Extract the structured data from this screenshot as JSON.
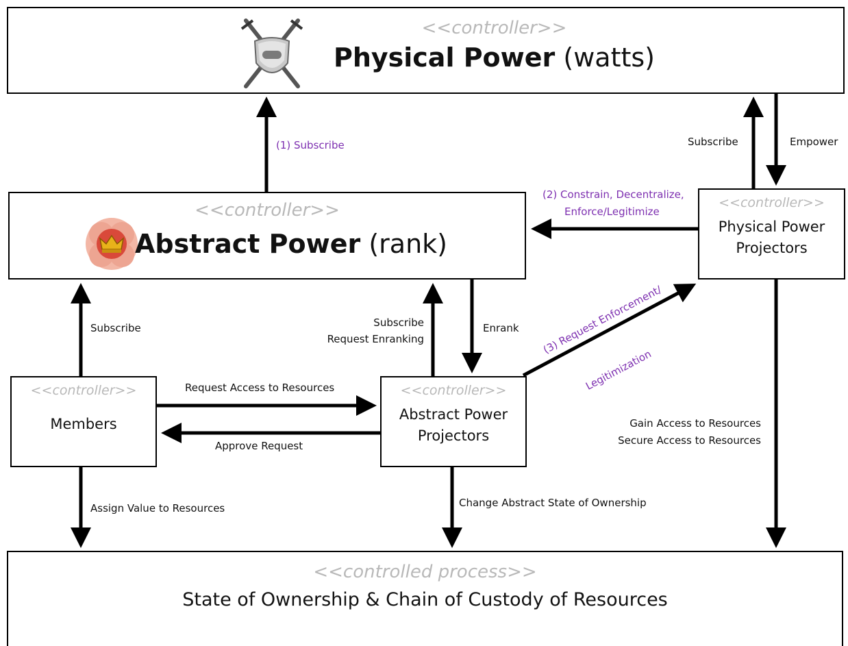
{
  "physical_power": {
    "stereotype": "<<controller>>",
    "title_bold": "Physical Power",
    "title_unit": "(watts)",
    "icon": "shield-swords-icon"
  },
  "abstract_power": {
    "stereotype": "<<controller>>",
    "title_bold": "Abstract Power",
    "title_unit": "(rank)",
    "icon": "brain-crown-icon"
  },
  "physical_projectors": {
    "stereotype": "<<controller>>",
    "line1": "Physical Power",
    "line2": "Projectors"
  },
  "abstract_projectors": {
    "stereotype": "<<controller>>",
    "line1": "Abstract Power",
    "line2": "Projectors"
  },
  "members": {
    "stereotype": "<<controller>>",
    "title": "Members"
  },
  "resources": {
    "stereotype": "<<controlled process>>",
    "title": "State of Ownership & Chain of Custody of Resources"
  },
  "labels": {
    "subscribe_1": "(1) Subscribe",
    "constrain_1": "(2) Constrain, Decentralize,",
    "constrain_2": "Enforce/Legitimize",
    "pp_subscribe": "Subscribe",
    "empower": "Empower",
    "members_subscribe": "Subscribe",
    "ap_subscribe": "Subscribe",
    "request_enranking": "Request Enranking",
    "enrank": "Enrank",
    "request_enforcement_1": "(3) Request Enforcement/",
    "request_enforcement_2": "Legitimization",
    "request_access": "Request Access to Resources",
    "approve_request": "Approve Request",
    "gain_access": "Gain Access to Resources",
    "secure_access": "Secure Access to Resources",
    "assign_value": "Assign Value to Resources",
    "change_state": "Change Abstract State of Ownership"
  },
  "colors": {
    "highlight": "#7d2fb0",
    "stereotype": "#b8b8b8"
  }
}
